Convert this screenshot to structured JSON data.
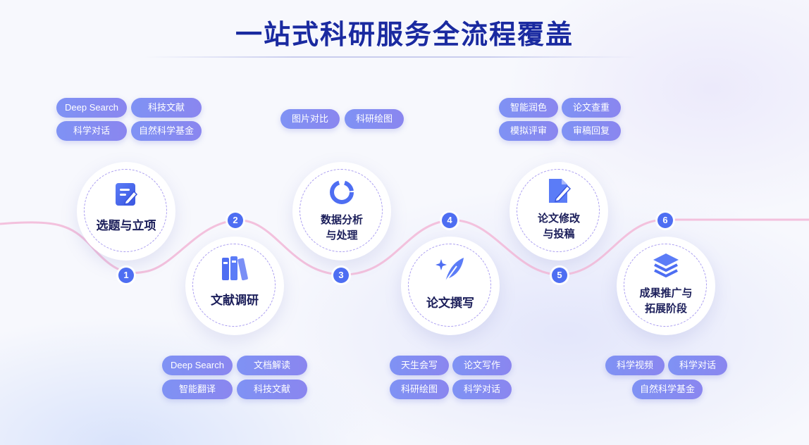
{
  "title": "一站式科研服务全流程覆盖",
  "colors": {
    "accent": "#4e6ef2",
    "curve": "#f3c1dd",
    "title": "#1a2aa0"
  },
  "stages": [
    {
      "num": "1",
      "label": "选题与立项",
      "icon": "edit-document-icon"
    },
    {
      "num": "2",
      "label": "文献调研",
      "icon": "books-icon"
    },
    {
      "num": "3",
      "label_l1": "数据分析",
      "label_l2": "与处理",
      "icon": "donut-chart-icon"
    },
    {
      "num": "4",
      "label": "论文撰写",
      "icon": "quill-sparkle-icon"
    },
    {
      "num": "5",
      "label_l1": "论文修改",
      "label_l2": "与投稿",
      "icon": "edit-file-icon"
    },
    {
      "num": "6",
      "label_l1": "成果推广与",
      "label_l2": "拓展阶段",
      "icon": "layers-icon"
    }
  ],
  "tags": {
    "stage1": [
      "Deep Search",
      "科技文献",
      "科学对话",
      "自然科学基金"
    ],
    "stage2": [
      "Deep Search",
      "文档解读",
      "智能翻译",
      "科技文献"
    ],
    "stage3": [
      "图片对比",
      "科研绘图"
    ],
    "stage4": [
      "天生会写",
      "论文写作",
      "科研绘图",
      "科学对话"
    ],
    "stage5": [
      "智能润色",
      "论文查重",
      "模拟评审",
      "审稿回复"
    ],
    "stage6": [
      "科学视频",
      "科学对话",
      "自然科学基金"
    ]
  }
}
